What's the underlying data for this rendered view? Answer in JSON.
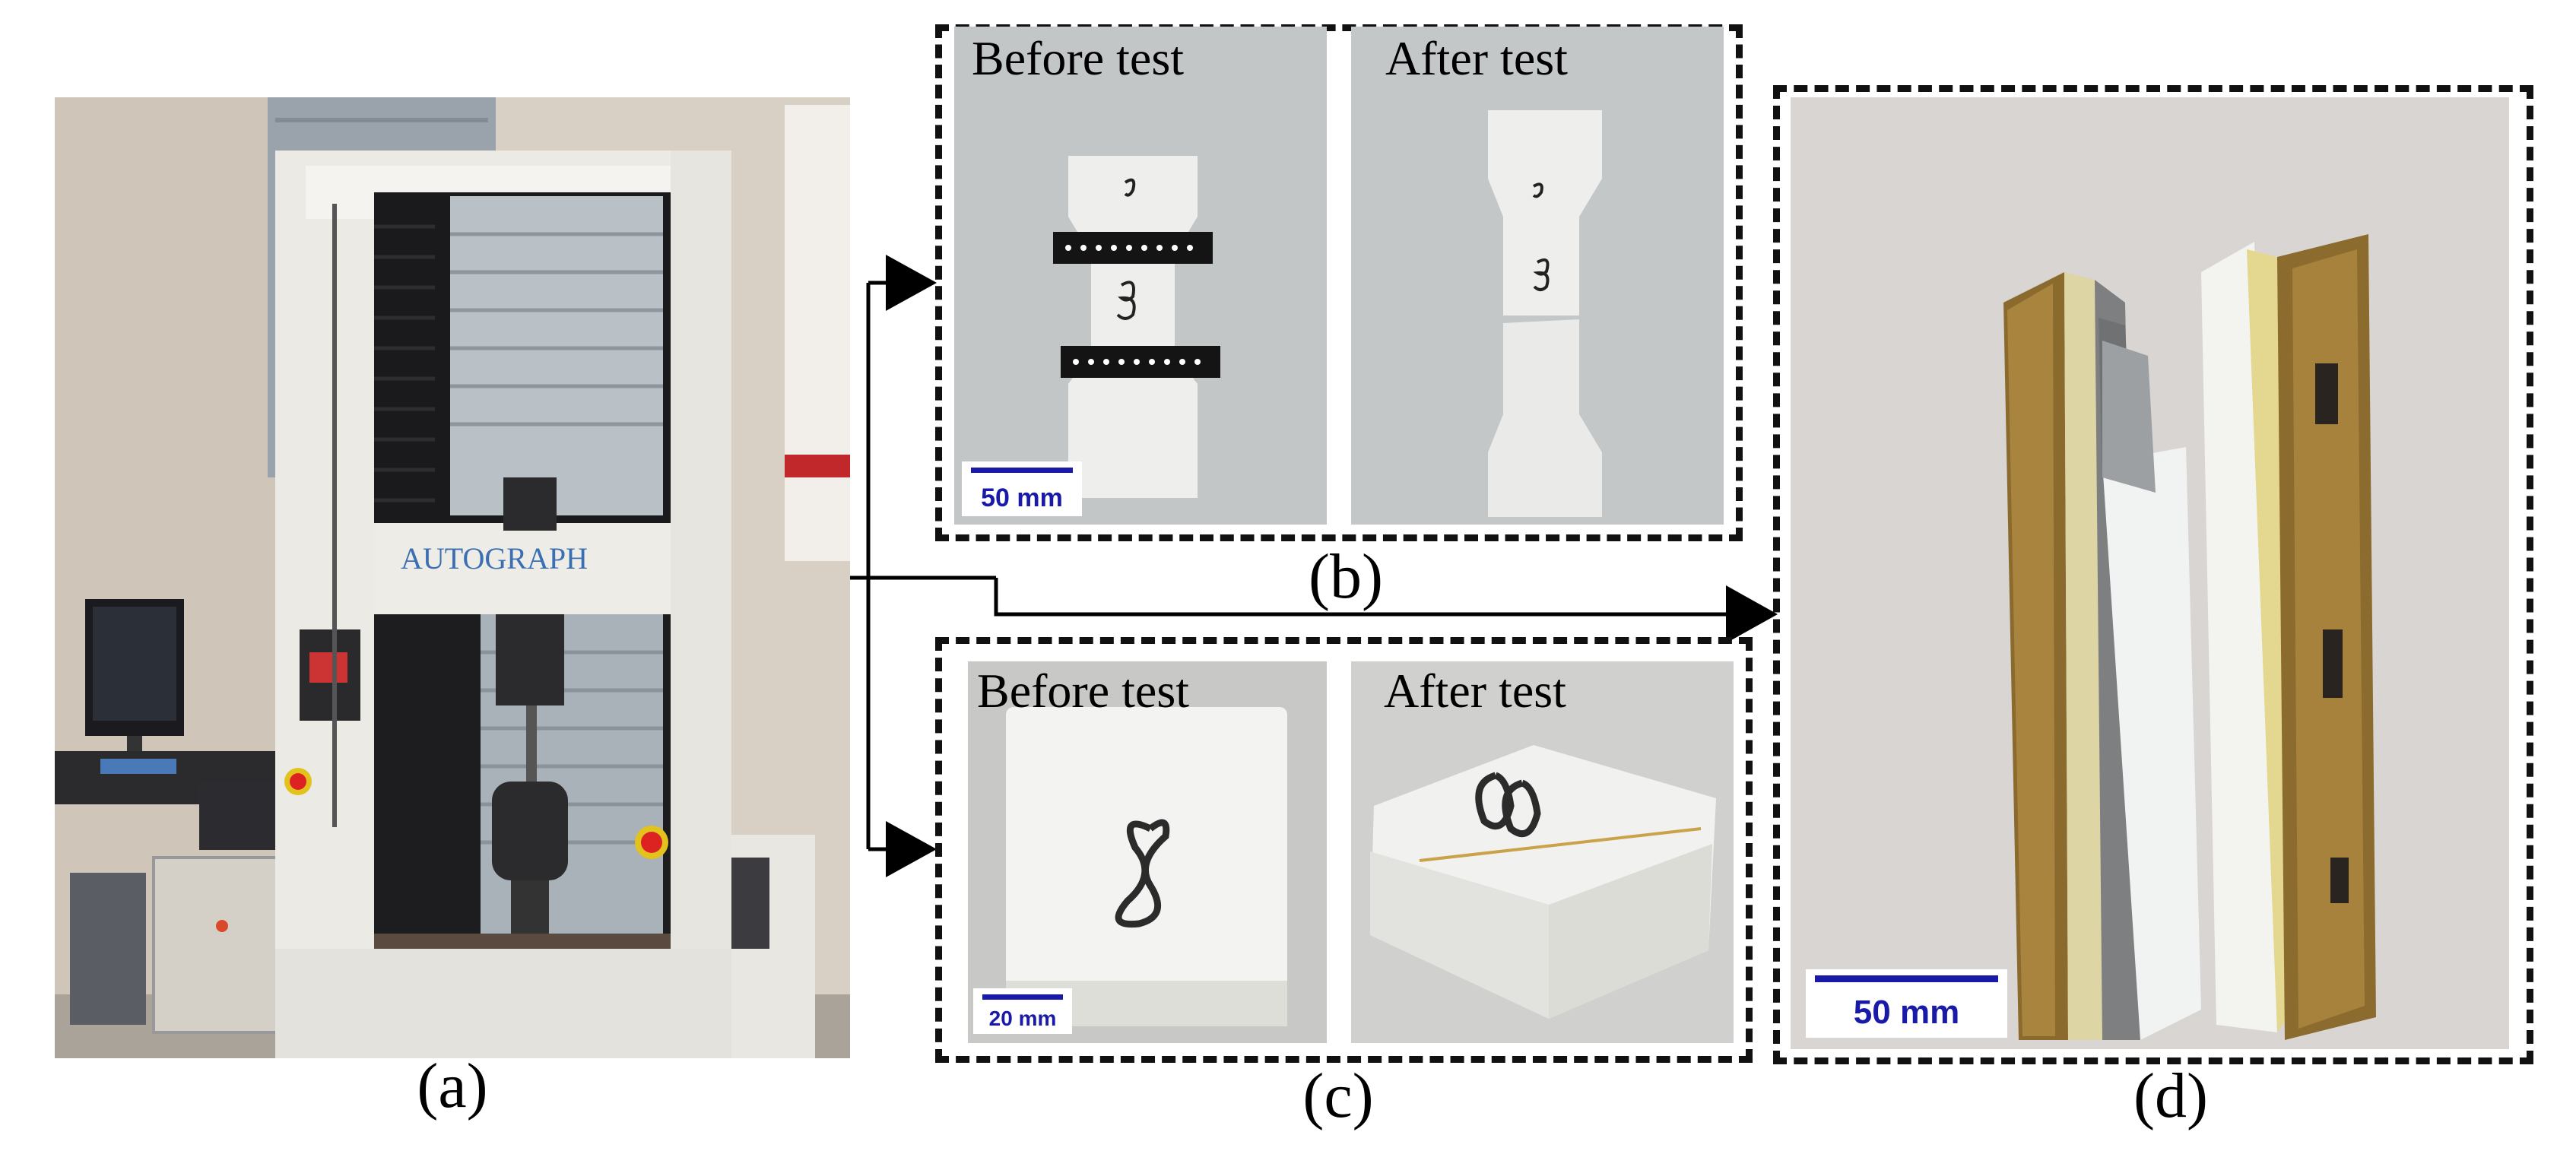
{
  "panels": {
    "a": {
      "caption": "(a)",
      "machine_label": "AUTOGRAPH"
    },
    "b": {
      "caption": "(b)",
      "before_label": "Before test",
      "after_label": "After test",
      "scale_label": "50 mm"
    },
    "c": {
      "caption": "(c)",
      "before_label": "Before test",
      "after_label": "After test",
      "scale_label": "20 mm"
    },
    "d": {
      "caption": "(d)",
      "scale_label": "50 mm"
    }
  },
  "colors": {
    "scale_bar": "#1a1aa8",
    "dashed_frame": "#111111",
    "arrow": "#000000"
  }
}
